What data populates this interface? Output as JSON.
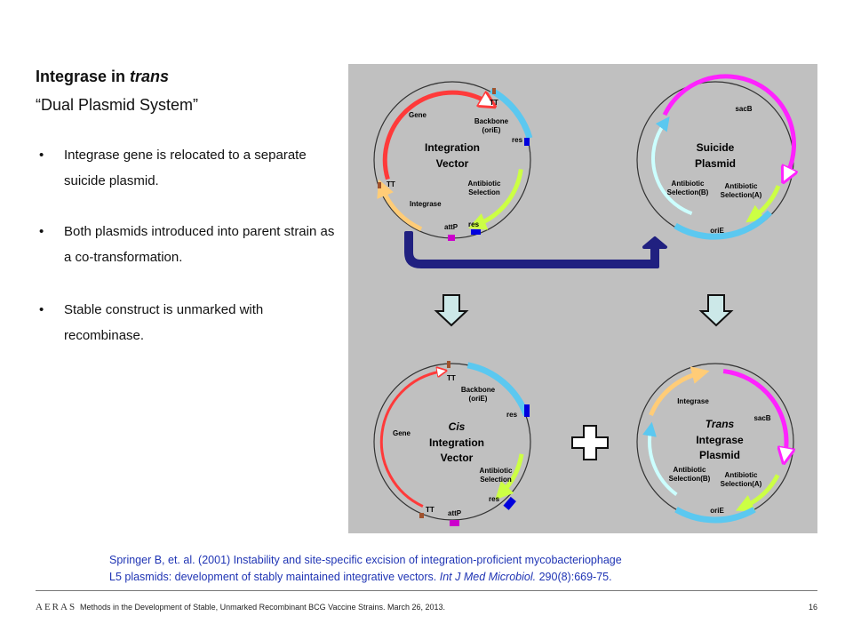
{
  "slide": {
    "title_plain": "Integrase in ",
    "title_italic": "trans",
    "subtitle": "“Dual Plasmid System”",
    "bullets": [
      "Integrase gene is relocated to a separate suicide plasmid.",
      "Both plasmids introduced into parent strain as a co-transformation.",
      "Stable construct is unmarked with recombinase."
    ],
    "bullet_glyph": "•",
    "citation_line1": "Springer B, et. al.  (2001)  Instability and site-specific excision of integration-proficient mycobacteriophage",
    "citation_line2_plain": "L5 plasmids:  development of stably maintained integrative vectors.  ",
    "citation_journal": "Int J Med Microbiol.",
    "citation_ref": "  290(8):669-75.",
    "footer_logo": "AERAS",
    "footer_text": "Methods in the Development of Stable, Unmarked Recombinant BCG Vaccine Strains. March 26, 2013.",
    "page_number": "16"
  },
  "diagram": {
    "colors": {
      "panel": "#c0c0c0",
      "gene": "#ff3a3a",
      "backbone": "#5bc8f0",
      "antibiotic": "#ccff44",
      "integrase": "#ffcc77",
      "sacB": "#ff22ff",
      "res": "#0000dd",
      "attP": "#cc00cc",
      "tt": "#a0522d",
      "arrow_fill": "#cce8e8",
      "connector": "#202080"
    },
    "icons": [
      "down-arrow-icon",
      "plus-icon",
      "connector-arrow-icon"
    ],
    "integration_vector": {
      "title1": "Integration",
      "title2": "Vector",
      "gene": "Gene",
      "tt_top": "TT",
      "tt_left": "TT",
      "backbone1": "Backbone",
      "backbone2": "(oriE)",
      "res_top": "res",
      "res_bottom": "res",
      "antibiotic1": "Antibiotic",
      "antibiotic2": "Selection",
      "integrase": "Integrase",
      "attP": "attP"
    },
    "suicide_plasmid": {
      "title1": "Suicide",
      "title2": "Plasmid",
      "sacB": "sacB",
      "abB1": "Antibiotic",
      "abB2": "Selection(B)",
      "abA1": "Antibiotic",
      "abA2": "Selection(A)",
      "oriE": "oriE"
    },
    "cis_vector": {
      "title1": "Cis",
      "title2": "Integration",
      "title3": "Vector",
      "gene": "Gene",
      "tt_top": "TT",
      "tt_bottom": "TT",
      "backbone1": "Backbone",
      "backbone2": "(oriE)",
      "res_top": "res",
      "res_bottom": "res",
      "antibiotic1": "Antibiotic",
      "antibiotic2": "Selection",
      "attP": "attP"
    },
    "trans_plasmid": {
      "title1": "Trans",
      "title2": "Integrase",
      "title3": "Plasmid",
      "integrase": "Integrase",
      "sacB": "sacB",
      "abB1": "Antibiotic",
      "abB2": "Selection(B)",
      "abA1": "Antibiotic",
      "abA2": "Selection(A)",
      "oriE": "oriE"
    }
  }
}
